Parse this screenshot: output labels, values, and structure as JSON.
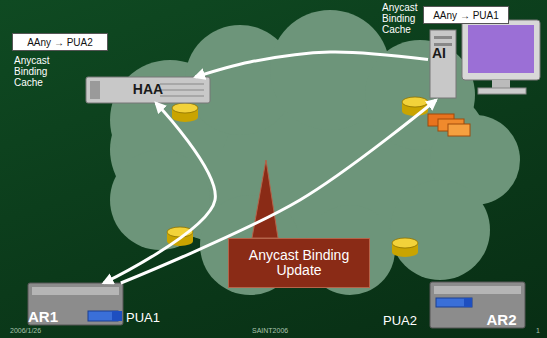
{
  "diagram": {
    "nodes": [
      {
        "text": [
          "AAny → PUA2"
        ]
      },
      {
        "text": [
          "HAA"
        ]
      },
      {
        "text": [
          "AAny → PUA1"
        ]
      },
      {
        "text": [
          "AI"
        ]
      },
      {
        "text": [
          "Anycast Binding Update"
        ]
      },
      {
        "text": [
          "AR1"
        ]
      },
      {
        "text": [
          "AR2"
        ]
      }
    ],
    "edges": [
      {
        "from": 3,
        "to": 1,
        "arrow": "to"
      },
      {
        "from": 1,
        "to": 5,
        "arrow": "both"
      },
      {
        "from": 5,
        "to": 3,
        "arrow": "to"
      }
    ],
    "labels": [
      "Anycast Binding Cache",
      "Anycast Binding Cache",
      "PUA1",
      "PUA2",
      "2006/1/26",
      "SAINT2006",
      "1"
    ]
  }
}
